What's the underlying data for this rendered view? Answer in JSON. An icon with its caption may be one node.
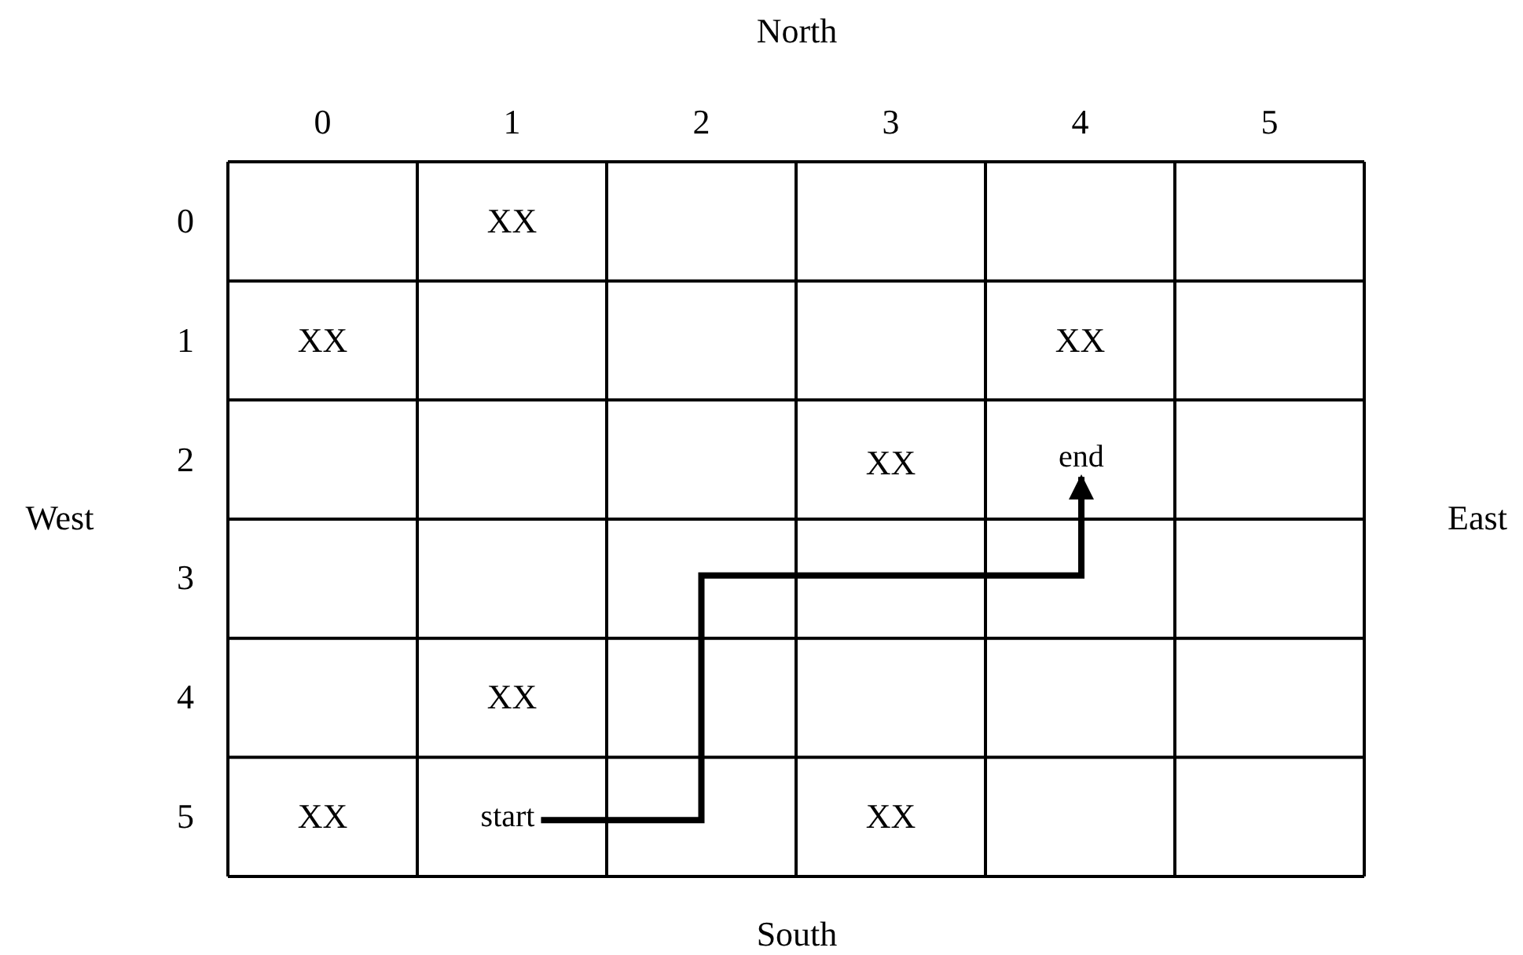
{
  "diagram": {
    "nodes": [
      {
        "text": [
          "start"
        ]
      },
      {
        "text": [
          "end"
        ]
      }
    ],
    "edges": [
      {
        "from": 0,
        "to": 1,
        "arrow": "to"
      }
    ],
    "labels": [
      "North",
      "0",
      "1",
      "2",
      "3",
      "4",
      "5",
      "0",
      "XX",
      "1",
      "XX",
      "XX",
      "2",
      "XX",
      "West",
      "East",
      "3",
      "4",
      "XX",
      "5",
      "XX",
      "XX",
      "South"
    ]
  }
}
